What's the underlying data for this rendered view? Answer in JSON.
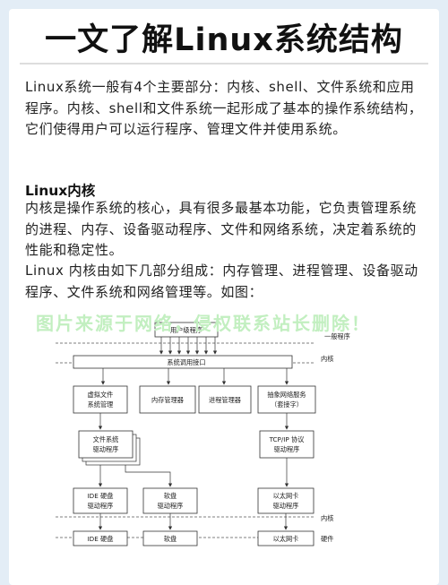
{
  "title": "一文了解Linux系统结构",
  "intro": "Linux系统一般有4个主要部分：内核、shell、文件系统和应用程序。内核、shell和文件系统一起形成了基本的操作系统结构，它们使得用户可以运行程序、管理文件并使用系统。",
  "kernel_section": {
    "heading": "Linux内核",
    "para1": "内核是操作系统的核心，具有很多最基本功能，它负责管理系统的进程、内存、设备驱动程序、文件和网络系统，决定着系统的性能和稳定性。",
    "para2": "Linux 内核由如下几部分组成：内存管理、进程管理、设备驱动程序、文件系统和网络管理等。如图："
  },
  "watermark": "图片来源于网络，侵权联系站长删除！",
  "diagram": {
    "user_program": "用户级程序",
    "layer_user": "一般程序",
    "syscall": "系统调用接口",
    "layer_kernel": "内核",
    "vfs_line1": "虚拟文件",
    "vfs_line2": "系统管理",
    "memory": "内存管理器",
    "process": "进程管理器",
    "net_line1": "抽象网络服务",
    "net_line2": "（套接字）",
    "fs_line1": "文件系统",
    "fs_line2": "驱动程序",
    "tcp_line1": "TCP/IP 协议",
    "tcp_line2": "驱动程序",
    "ide_drv_line1": "IDE 硬盘",
    "ide_drv_line2": "驱动程序",
    "floppy_drv_line1": "软盘",
    "floppy_drv_line2": "驱动程序",
    "eth_drv_line1": "以太网卡",
    "eth_drv_line2": "驱动程序",
    "layer_kernel2": "内核",
    "ide_hw": "IDE 硬盘",
    "floppy_hw": "软盘",
    "eth_hw": "以太网卡",
    "layer_hw": "硬件"
  }
}
